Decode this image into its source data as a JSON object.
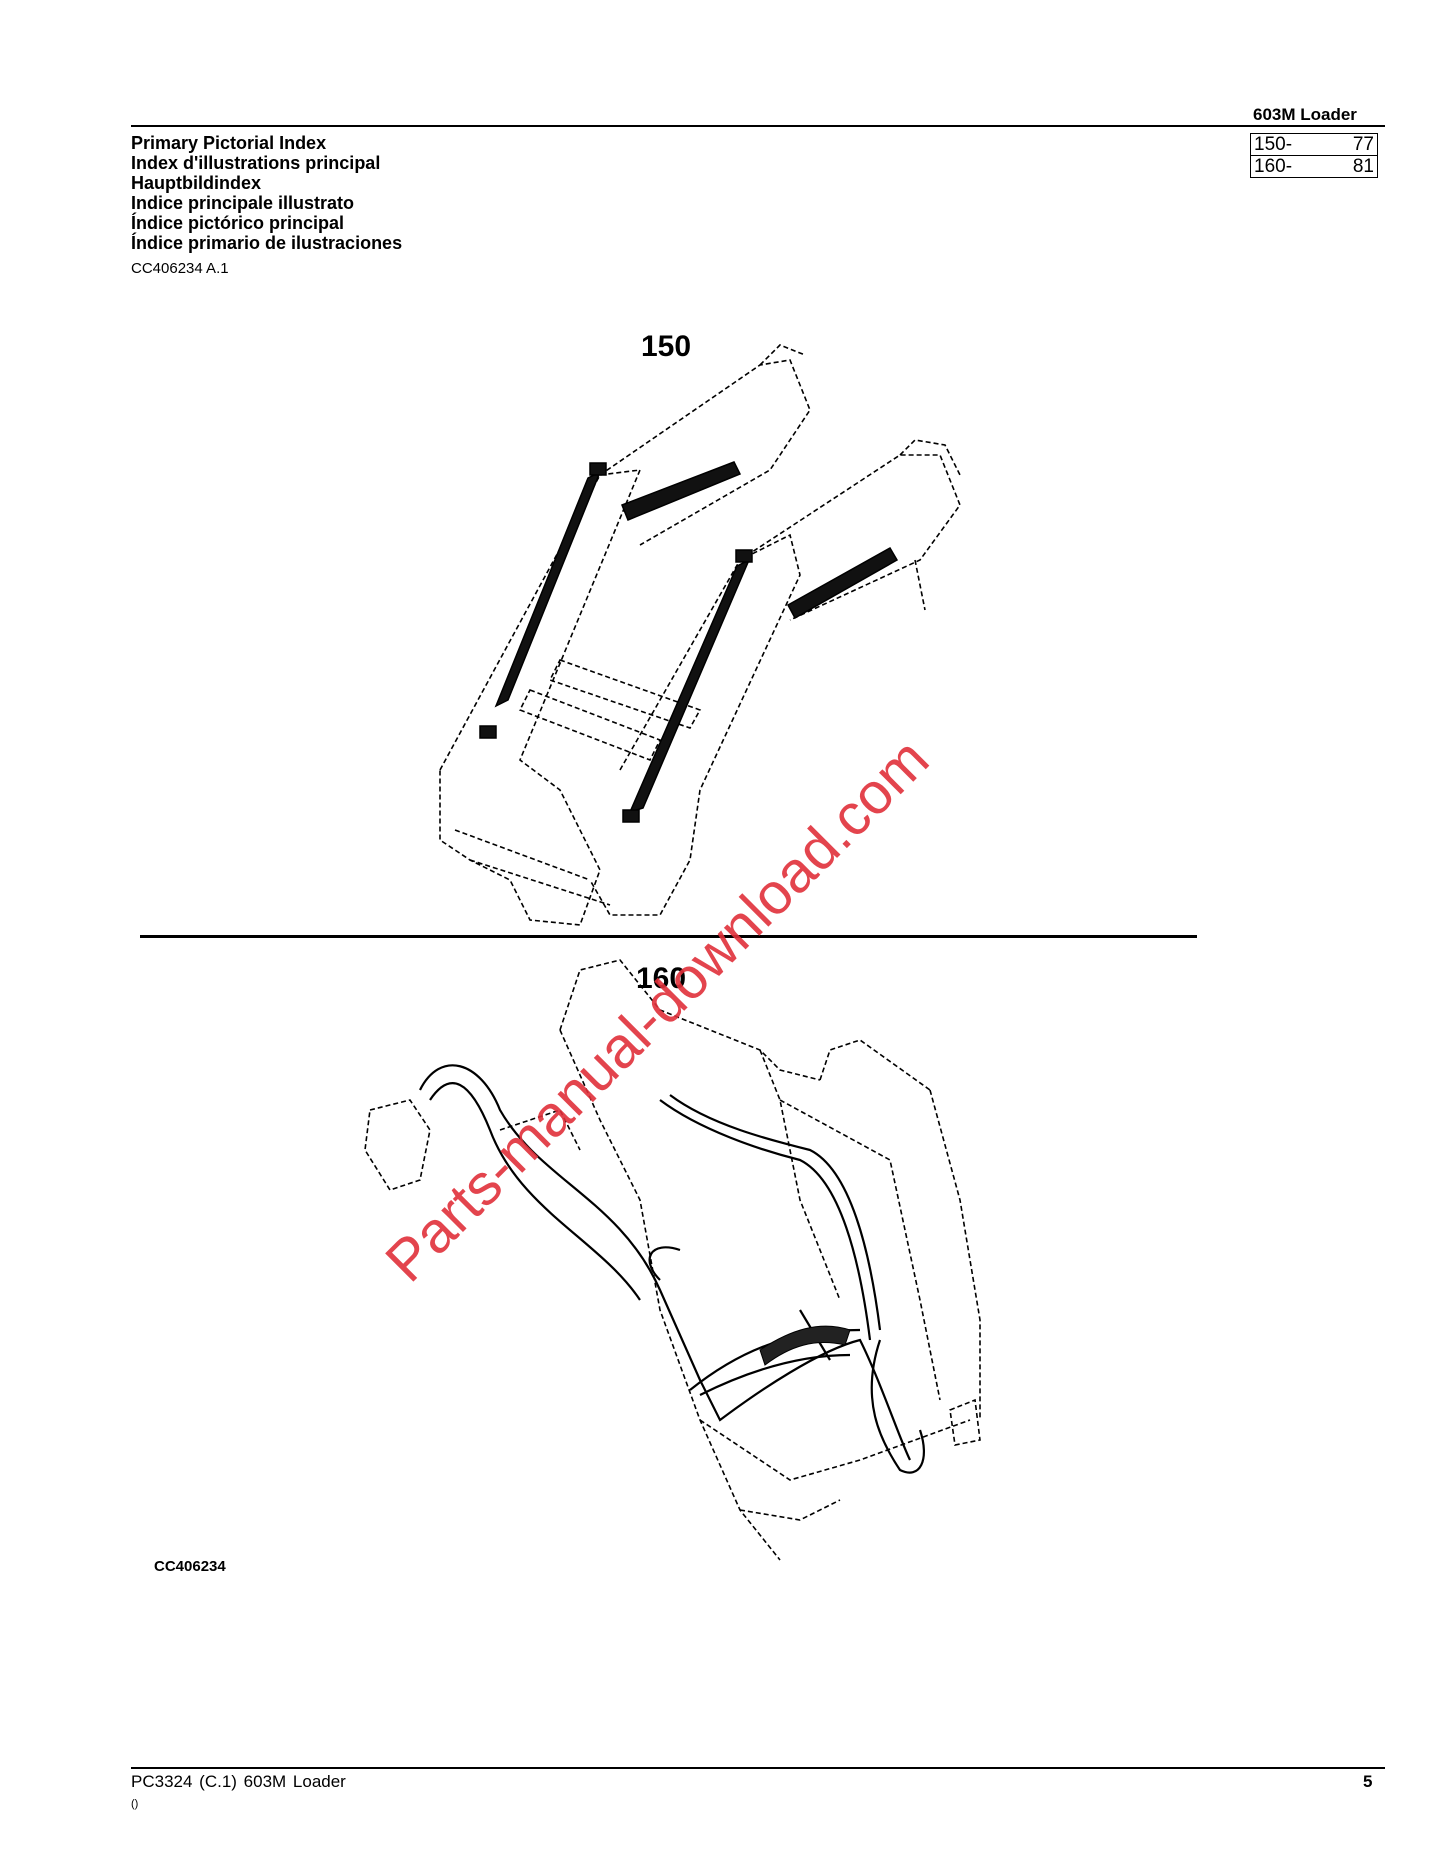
{
  "header": {
    "doc_title": "603M  Loader",
    "titles": [
      "Primary Pictorial Index",
      "Index d'illustrations principal",
      "Hauptbildindex",
      "Indice principale illustrato",
      "Índice pictórico principal",
      "Índice primario de ilustraciones"
    ],
    "ref_code": "CC406234 A.1"
  },
  "index_table": [
    {
      "item": "150-",
      "page": "77"
    },
    {
      "item": "160-",
      "page": "81"
    }
  ],
  "figures": {
    "label_150": "150",
    "label_160": "160",
    "figure_code": "CC406234"
  },
  "watermark": {
    "text": "Parts-manual-download.com",
    "color": "#e0303a"
  },
  "footer": {
    "left": "PC3324    (C.1)    603M Loader",
    "paren": "()",
    "page_number": "5"
  }
}
